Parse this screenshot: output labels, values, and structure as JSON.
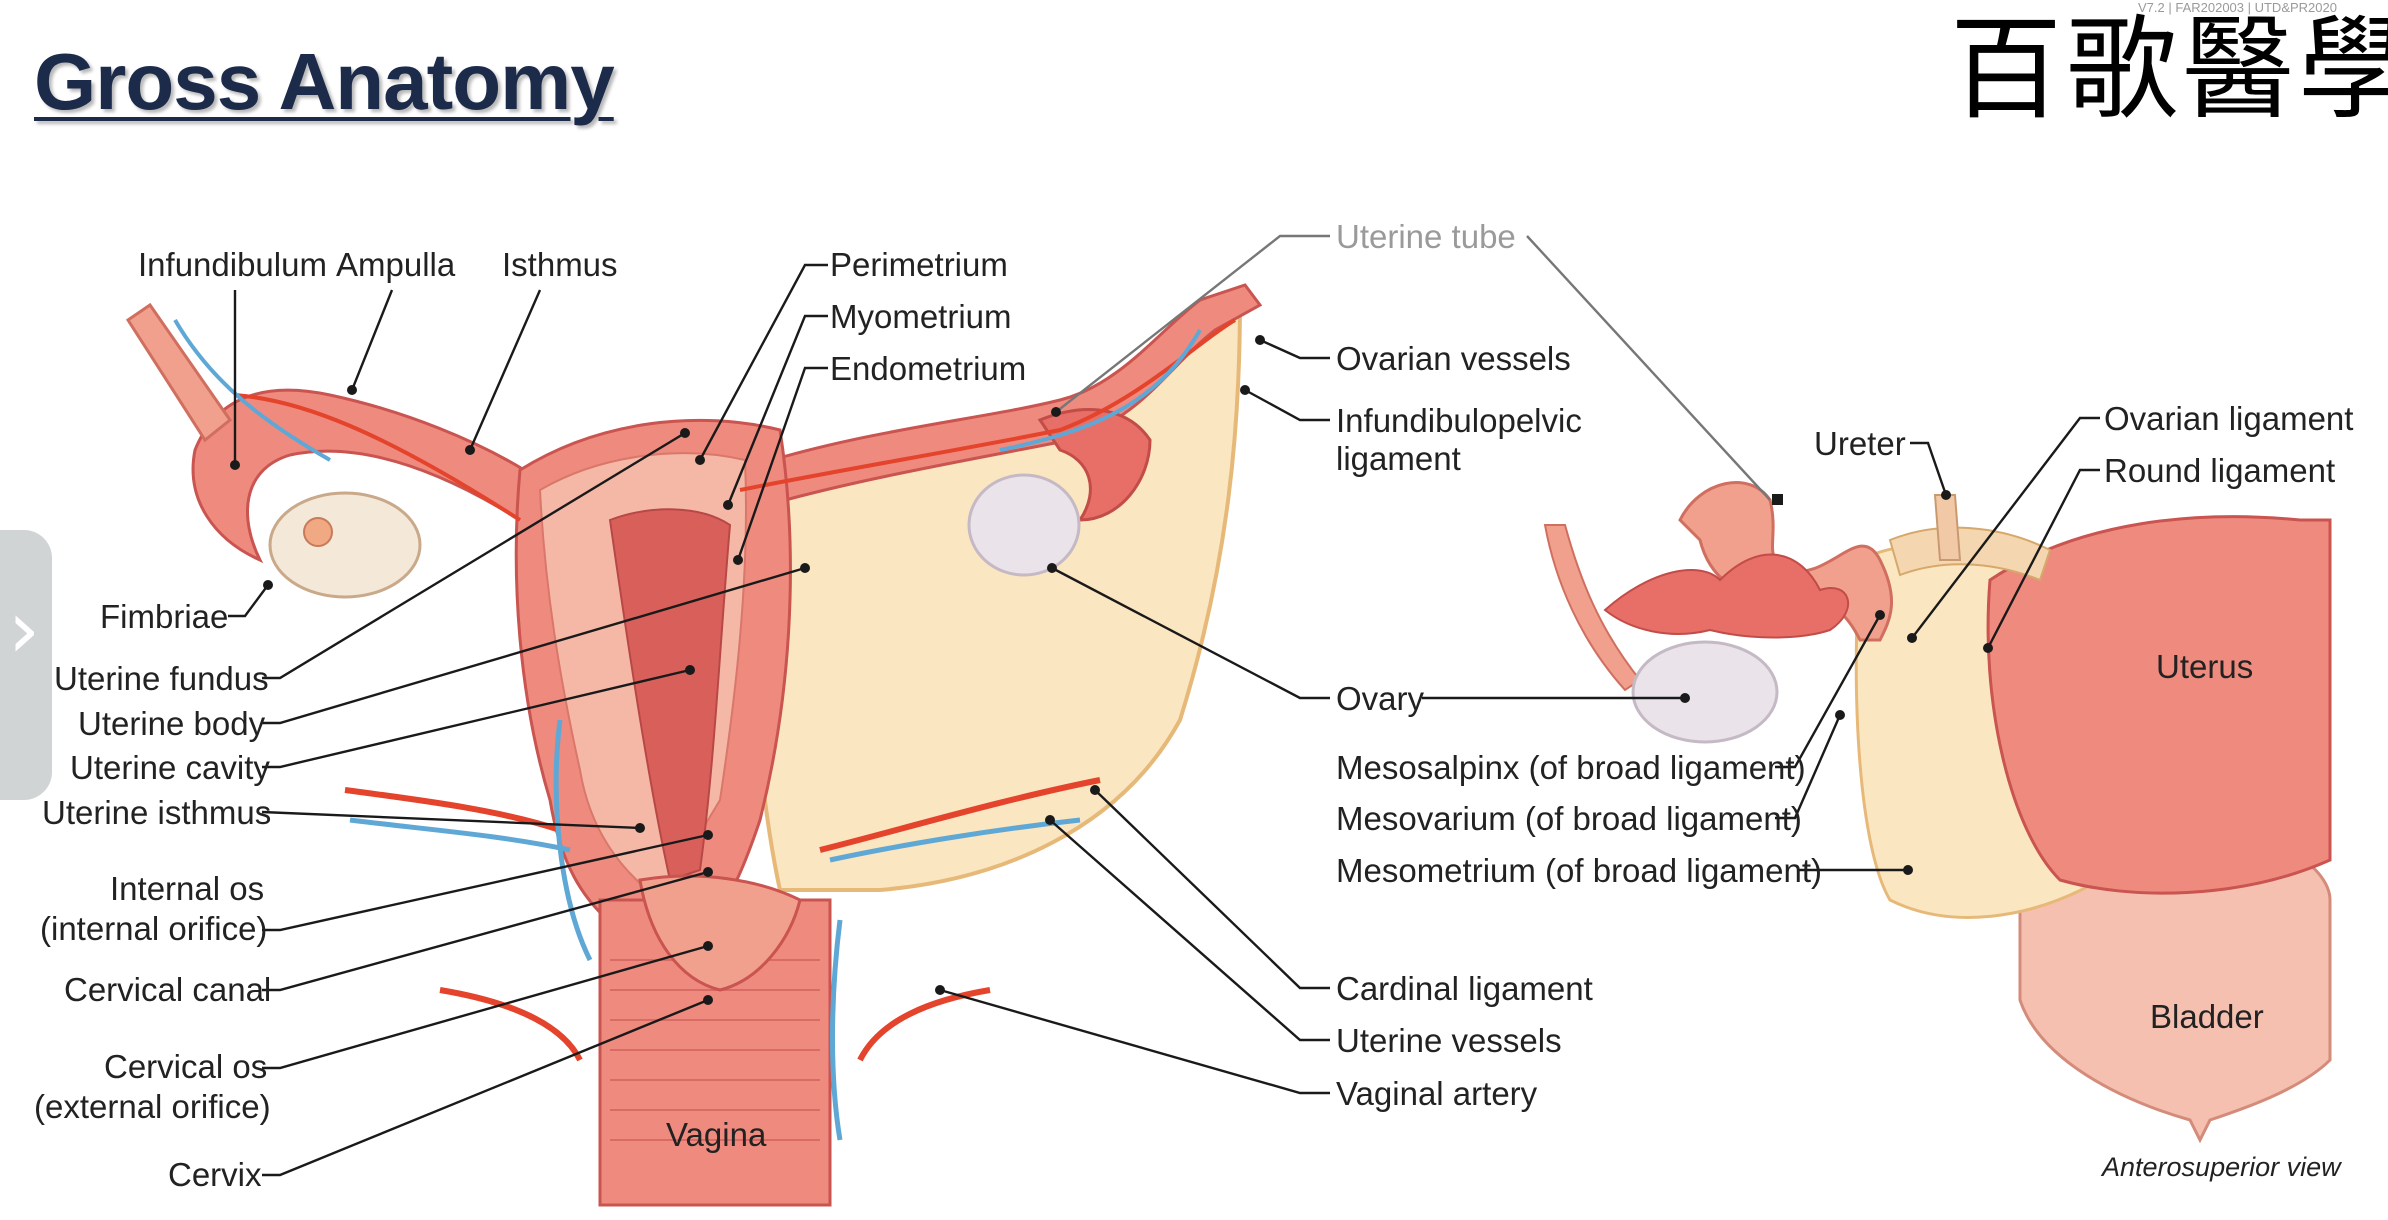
{
  "header": {
    "title": "Gross Anatomy",
    "logo_text": "百歌醫學",
    "version_text": "V7.2 | FAR202003 | UTD&PR2020"
  },
  "nav": {
    "next_icon": "chevron-right-icon"
  },
  "diagram": {
    "labels": {
      "infundibulum": "Infundibulum",
      "ampulla": "Ampulla",
      "isthmus": "Isthmus",
      "perimetrium": "Perimetrium",
      "myometrium": "Myometrium",
      "endometrium": "Endometrium",
      "uterine_tube": "Uterine tube",
      "ovarian_vessels": "Ovarian vessels",
      "infundibulopelvic_1": "Infundibulopelvic",
      "infundibulopelvic_2": "ligament",
      "fimbriae": "Fimbriae",
      "uterine_fundus": "Uterine fundus",
      "uterine_body": "Uterine body",
      "uterine_cavity": "Uterine cavity",
      "uterine_isthmus": "Uterine isthmus",
      "internal_os_1": "Internal os",
      "internal_os_2": "(internal orifice)",
      "cervical_canal": "Cervical canal",
      "cervical_os_1": "Cervical os",
      "cervical_os_2": "(external orifice)",
      "cervix": "Cervix",
      "vagina": "Vagina",
      "ovary": "Ovary",
      "mesosalpinx": "Mesosalpinx (of broad ligament)",
      "mesovarium": "Mesovarium (of broad ligament)",
      "mesometrium": "Mesometrium (of broad ligament)",
      "cardinal_ligament": "Cardinal ligament",
      "uterine_vessels": "Uterine vessels",
      "vaginal_artery": "Vaginal artery",
      "ureter": "Ureter",
      "ovarian_ligament": "Ovarian ligament",
      "round_ligament": "Round ligament",
      "uterus": "Uterus",
      "bladder": "Bladder",
      "view": "Anterosuperior view"
    },
    "colors": {
      "tissue": "#ef8a7e",
      "tissue_dark": "#d9605a",
      "tissue_light": "#f6b8a6",
      "ligament": "#fbe6c2",
      "artery": "#e4432c",
      "vein": "#5fa8d6",
      "ovary": "#eae4ea",
      "title": "#1c2b4a"
    }
  }
}
